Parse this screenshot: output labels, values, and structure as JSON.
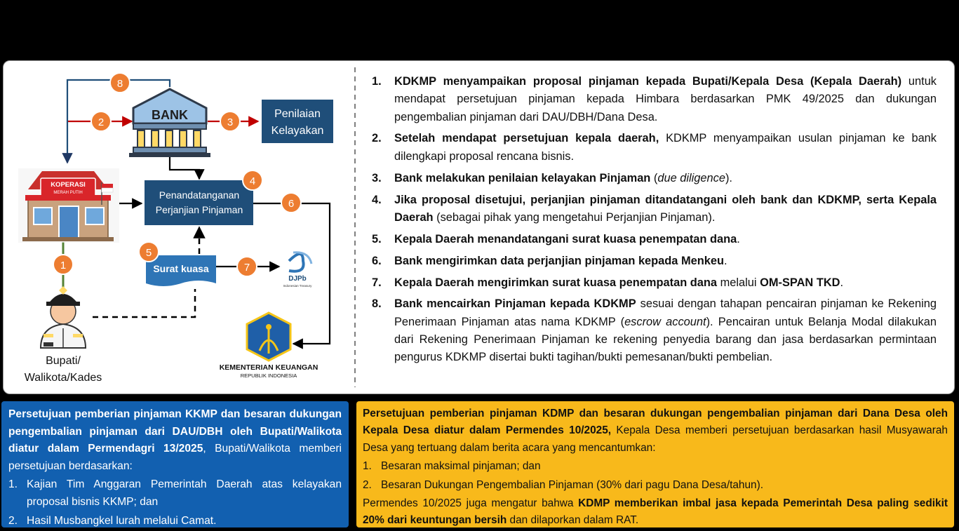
{
  "diagram": {
    "bank_label": "BANK",
    "penilaian_line1": "Penilaian",
    "penilaian_line2": "Kelayakan",
    "perjanjian_line1": "Penandatanganan",
    "perjanjian_line2": "Perjanjian Pinjaman",
    "surat_kuasa": "Surat kuasa",
    "koperasi_sign1": "KOPERASI",
    "koperasi_sign2": "MERAH PUTIH",
    "bupati_line1": "Bupati/",
    "bupati_line2": "Walikota/Kades",
    "djpb_label": "DJPb",
    "djpb_sub": "Indonesian Treasury",
    "kemenkeu_line1": "KEMENTERIAN KEUANGAN",
    "kemenkeu_line2": "REPUBLIK INDONESIA",
    "badges": [
      "1",
      "2",
      "3",
      "4",
      "5",
      "6",
      "7",
      "8"
    ],
    "colors": {
      "navy": "#1f4e79",
      "orange": "#ed7d31",
      "red": "#c00000",
      "green": "#548235"
    }
  },
  "steps": [
    {
      "num": "1.",
      "bold": "KDKMP menyampaikan proposal pinjaman kepada Bupati/Kepala Desa (Kepala Daerah)",
      "text": " untuk mendapat persetujuan pinjaman kepada Himbara berdasarkan PMK 49/2025 dan dukungan pengembalian pinjaman dari DAU/DBH/Dana Desa."
    },
    {
      "num": "2.",
      "bold": "Setelah mendapat persetujuan kepala daerah,",
      "text": " KDKMP menyampaikan usulan pinjaman ke bank dilengkapi proposal rencana bisnis."
    },
    {
      "num": "3.",
      "bold": "Bank melakukan penilaian kelayakan Pinjaman",
      "italic": "due diligence",
      "text_pre": " (",
      "text": ")."
    },
    {
      "num": "4.",
      "bold": "Jika proposal disetujui, perjanjian pinjaman ditandatangani oleh bank dan KDKMP, serta Kepala Daerah",
      "text": " (sebagai pihak yang mengetahui Perjanjian Pinjaman)."
    },
    {
      "num": "5.",
      "bold": "Kepala Daerah menandatangani surat kuasa penempatan dana",
      "text": "."
    },
    {
      "num": "6.",
      "bold": "Bank mengirimkan data perjanjian pinjaman kepada Menkeu",
      "text": "."
    },
    {
      "num": "7.",
      "bold": "Kepala Daerah mengirimkan surat kuasa penempatan dana",
      "text": " melalui ",
      "bold2": "OM-SPAN TKD",
      "text2": "."
    },
    {
      "num": "8.",
      "bold": "Bank mencairkan Pinjaman kepada KDKMP",
      "text": " sesuai dengan tahapan pencairan pinjaman ke Rekening Penerimaan Pinjaman atas nama KDKMP (",
      "italic": "escrow account",
      "text2": "). Pencairan untuk Belanja Modal dilakukan dari Rekening Penerimaan Pinjaman ke rekening penyedia barang dan jasa berdasarkan permintaan pengurus KDKMP disertai bukti tagihan/bukti pemesanan/bukti pembelian."
    }
  ],
  "blue_box": {
    "bold": "Persetujuan pemberian pinjaman KKMP dan besaran dukungan pengembalian pinjaman dari DAU/DBH oleh Bupati/Walikota diatur dalam Permendagri 13/2025",
    "text": ", Bupati/Walikota memberi persetujuan berdasarkan:",
    "items": [
      {
        "n": "1.",
        "t": "Kajian Tim Anggaran Pemerintah Daerah atas kelayakan proposal bisnis KKMP; dan"
      },
      {
        "n": "2.",
        "t": "Hasil Musbangkel lurah melalui Camat."
      }
    ]
  },
  "yellow_box": {
    "bold": "Persetujuan pemberian pinjaman KDMP dan besaran dukungan pengembalian pinjaman dari Dana Desa oleh Kepala Desa diatur dalam Permendes 10/2025,",
    "text": " Kepala Desa memberi persetujuan berdasarkan hasil Musyawarah Desa yang tertuang dalam berita acara yang mencantumkan:",
    "items": [
      {
        "n": "1.",
        "t": "Besaran maksimal pinjaman; dan"
      },
      {
        "n": "2.",
        "t": "Besaran Dukungan Pengembalian Pinjaman (30% dari pagu Dana Desa/tahun)."
      }
    ],
    "footer_text": "Permendes 10/2025 juga mengatur bahwa ",
    "footer_bold": "KDMP memberikan imbal jasa kepada Pemerintah Desa paling sedikit 20% dari keuntungan bersih",
    "footer_text2": " dan dilaporkan dalam RAT."
  }
}
